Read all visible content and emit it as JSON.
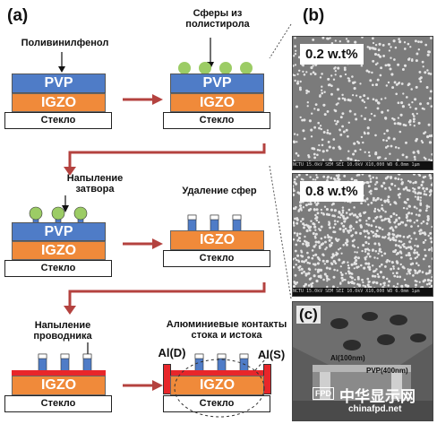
{
  "panels": {
    "a": "(a)",
    "b": "(b)",
    "c": "(c)"
  },
  "steps": {
    "polymer": "Поливинилфенол",
    "spheres": "Сферы из полистирола",
    "gate_deposition": "Напыление затвора",
    "sphere_removal": "Удаление сфер",
    "conductor_deposition": "Напыление проводника",
    "contacts": "Алюминиевые контакты стока и истока"
  },
  "layers": {
    "pvp": "PVP",
    "igzo": "IGZO",
    "glass": "Стекло"
  },
  "electrodes": {
    "drain": "Al(D)",
    "source": "Al(S)"
  },
  "sem": {
    "top_label": "0.2 w.t%",
    "bottom_label": "0.8 w.t%",
    "info_bar": "NCTU  15.0kV  SEM  SEI  10.0kV  X10,000  WD 6.0mm  1μm"
  },
  "cross_section": {
    "al_label": "Al(100nm)",
    "pvp_label": "PVP(400nm)"
  },
  "watermark": {
    "cn": "中华显示网",
    "url": "chinafpd.net",
    "logo": "FPD"
  },
  "colors": {
    "igzo": "#f08a3a",
    "pvp": "#4f7cc7",
    "sphere": "#9ccc65",
    "conductor": "#e8262a",
    "arrow": "#b4423f"
  }
}
